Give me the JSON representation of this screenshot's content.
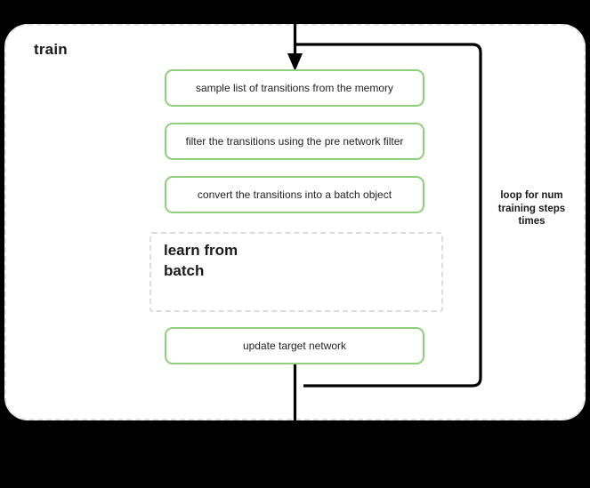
{
  "diagram": {
    "title": "train",
    "background_color": "#000000",
    "container": {
      "label": "train",
      "border_color": "#e3e3e3",
      "fill_color": "#ffffff",
      "border_style": "dashed"
    },
    "accent_color": "#8ed07a",
    "line_color": "#000000",
    "steps": [
      {
        "id": "sample",
        "label": "sample list of transitions from the memory"
      },
      {
        "id": "filter",
        "label": "filter the transitions using the pre network filter"
      },
      {
        "id": "convert",
        "label": "convert the transitions into a batch object"
      },
      {
        "id": "update",
        "label": "update target network"
      }
    ],
    "subgroup": {
      "id": "learn-from-batch",
      "label": "learn from\nbatch",
      "label_line_1": "learn from",
      "label_line_2": "batch",
      "border_color": "#dcdcdc",
      "border_style": "dashed"
    },
    "loop": {
      "caption": "loop for num\ntraining steps\ntimes",
      "caption_line_1": "loop for num",
      "caption_line_2": "training steps",
      "caption_line_3": "times"
    },
    "arrows": [
      {
        "id": "entry-arrow",
        "direction": "down",
        "has_head": true
      },
      {
        "id": "exit-line",
        "direction": "down",
        "has_head": false
      },
      {
        "id": "loop-back-path",
        "direction": "right-down-left",
        "has_head": false
      }
    ]
  }
}
